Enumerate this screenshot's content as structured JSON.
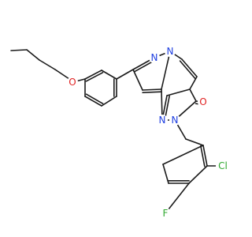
{
  "colors": {
    "bond": "#1a1a1a",
    "O": "#e02020",
    "N": "#2040e0",
    "Cl": "#2ea82e",
    "F": "#2ea82e",
    "background": "#ffffff"
  },
  "atoms": {
    "O_ether": {
      "text": "O",
      "element": "O"
    },
    "N1": {
      "text": "N",
      "element": "N"
    },
    "N2": {
      "text": "N",
      "element": "N"
    },
    "O_carbonyl": {
      "text": "O",
      "element": "O"
    },
    "N3": {
      "text": "N",
      "element": "N"
    },
    "N4": {
      "text": "N",
      "element": "N"
    },
    "Cl": {
      "text": "Cl",
      "element": "Cl"
    },
    "F": {
      "text": "F",
      "element": "F"
    }
  }
}
